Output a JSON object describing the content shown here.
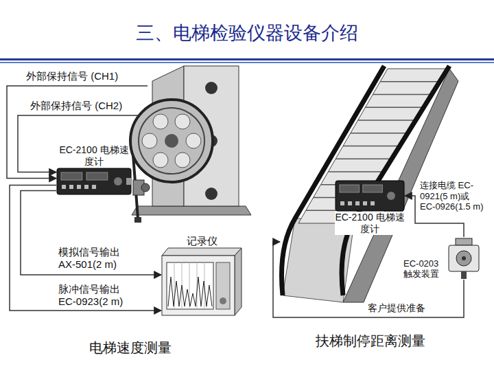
{
  "diagram": {
    "title": "三、电梯检验仪器设备介绍",
    "nodes": [
      {
        "text": [
          "EC-2100 电梯速度计"
        ]
      },
      {
        "text": [
          "记录仪"
        ]
      },
      {
        "text": [
          "EC-2100 电梯速度计"
        ]
      },
      {
        "text": [
          "EC-0203 触发装置"
        ]
      }
    ],
    "edges": [
      {
        "from": 0,
        "to": 1,
        "arrow": "to",
        "label": "模拟信号输出 AX-501(2 m)"
      },
      {
        "from": 0,
        "to": 1,
        "arrow": "to",
        "label": "脉冲信号输出 EC-0923(2 m)"
      },
      {
        "from": 3,
        "to": 2,
        "arrow": "to",
        "label": "连接电缆 EC-0921(5 m)或 EC-0926(1.5 m)"
      }
    ],
    "labels": [
      "外部保持信号 (CH1)",
      "外部保持信号 (CH2)",
      "客户提供准备",
      "电梯速度测量",
      "扶梯制停距离测量"
    ]
  }
}
